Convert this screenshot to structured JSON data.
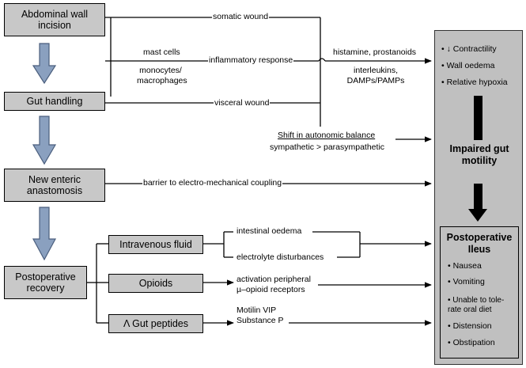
{
  "stages": {
    "abdominal_wall": "Abdominal wall incision",
    "gut_handling": "Gut handling",
    "anastomosis": "New enteric anastomosis",
    "recovery": "Postoperative recovery"
  },
  "treatments": {
    "iv_fluid": "Intravenous fluid",
    "opioids": "Opioids",
    "gut_peptides": "Λ Gut peptides"
  },
  "labels": {
    "somatic_wound": "somatic wound",
    "mast_cells": "mast cells",
    "inflammatory_response": "inflammatory response",
    "monocytes": "monocytes/ macrophages",
    "visceral_wound": "visceral wound",
    "histamine": "histamine, prostanoids",
    "interleukins": "interleukins, DAMPs/PAMPs",
    "shift_autonomic": "Shift in autonomic balance",
    "sympathetic": "sympathetic > parasympathetic",
    "barrier": "barrier to electro-mechanical coupling",
    "intestinal_oedema": "intestinal oedema",
    "electrolyte": "electrolyte disturbances",
    "activation": "activation peripheral µ–opioid receptors",
    "peptides_list": "Motilin VIP Substance P"
  },
  "effects": {
    "contractility": "↓ Contractility",
    "wall_oedema": "Wall oedema",
    "hypoxia": "Relative hypoxia",
    "impaired": "Impaired gut motility"
  },
  "postop": {
    "title": "Postoperative Ileus",
    "symptoms": [
      "Nausea",
      "Vomiting",
      "Unable to tole- rate oral diet",
      "Distension",
      "Obstipation"
    ]
  },
  "colors": {
    "box_fill": "#c8c8c8",
    "down_arrow": "#8aa0bf",
    "red_arrow": "#c00000"
  }
}
